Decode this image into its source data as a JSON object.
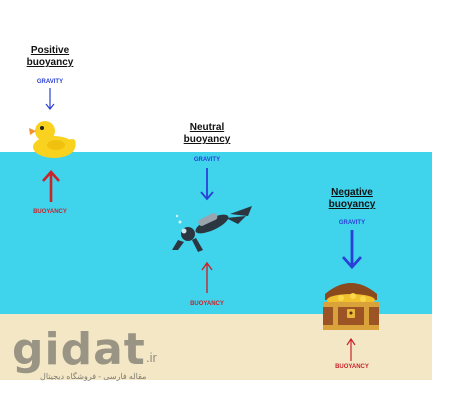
{
  "colors": {
    "water": "#3fd4ec",
    "sand": "#f3e7c6",
    "gravity": "#2a3fd6",
    "buoyancy": "#c8242a"
  },
  "positive": {
    "title_line1": "Positive",
    "title_line2": "buoyancy",
    "gravity_label": "GRAVITY",
    "buoyancy_label": "BUOYANCY",
    "object_icon": "rubber-duck-icon"
  },
  "neutral": {
    "title_line1": "Neutral",
    "title_line2": "buoyancy",
    "gravity_label": "GRAVITY",
    "buoyancy_label": "BUOYANCY",
    "object_icon": "scuba-diver-icon"
  },
  "negative": {
    "title_line1": "Negative",
    "title_line2": "buoyancy",
    "gravity_label": "GRAVITY",
    "buoyancy_label": "BUOYANCY",
    "object_icon": "treasure-chest-icon"
  },
  "watermark": {
    "brand": "gidat",
    "tld": ".ir",
    "subtitle": "مقاله فارسی - فروشگاه دیجیتال"
  }
}
